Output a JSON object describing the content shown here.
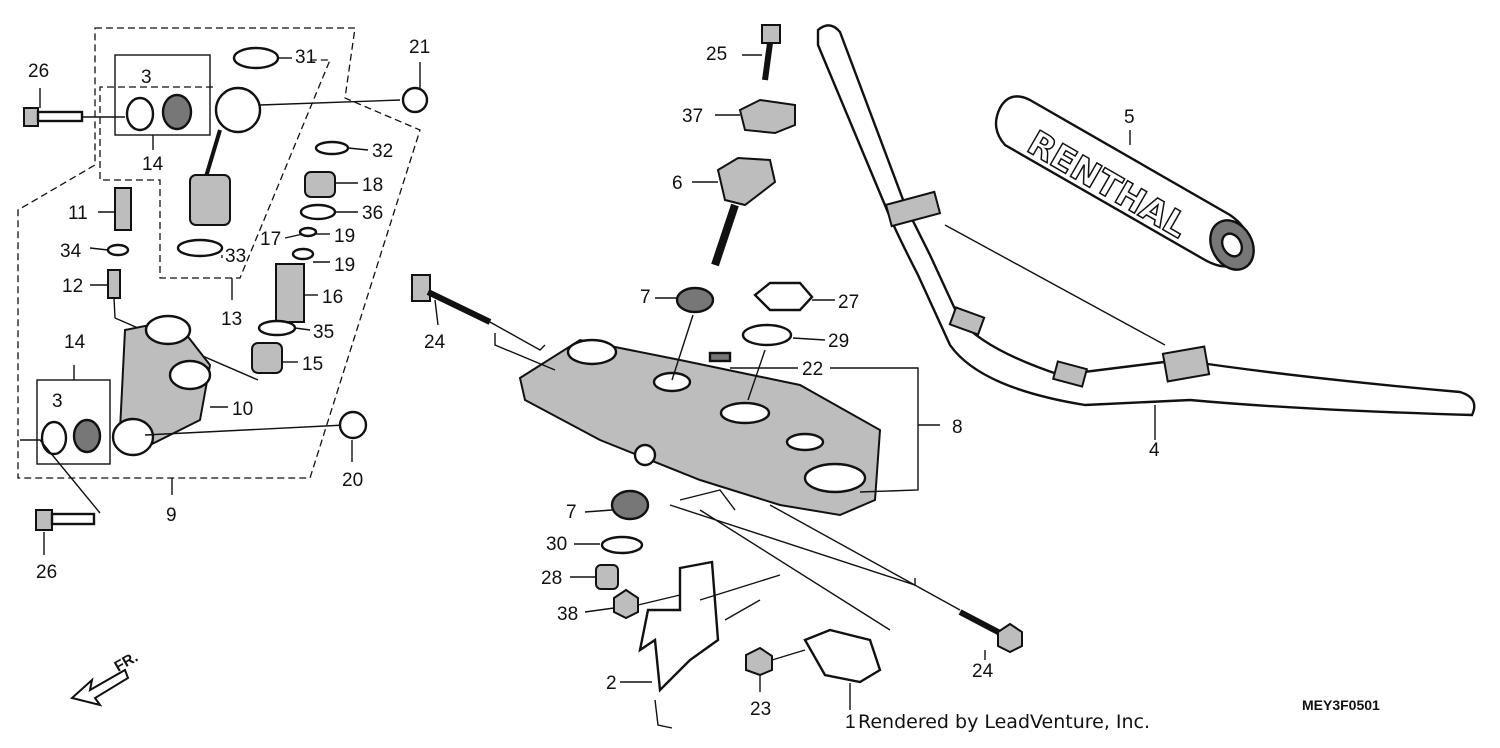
{
  "callouts": {
    "n1": "1",
    "n2": "2",
    "n3a": "3",
    "n3b": "3",
    "n4": "4",
    "n5": "5",
    "n6": "6",
    "n7a": "7",
    "n7b": "7",
    "n8": "8",
    "n9": "9",
    "n10": "10",
    "n11": "11",
    "n12": "12",
    "n13": "13",
    "n14a": "14",
    "n14b": "14",
    "n15": "15",
    "n16": "16",
    "n17": "17",
    "n18": "18",
    "n19a": "19",
    "n19b": "19",
    "n20": "20",
    "n21": "21",
    "n22": "22",
    "n23": "23",
    "n24a": "24",
    "n24b": "24",
    "n25": "25",
    "n26a": "26",
    "n26b": "26",
    "n27": "27",
    "n28": "28",
    "n29": "29",
    "n30": "30",
    "n31": "31",
    "n32": "32",
    "n33": "33",
    "n34": "34",
    "n35": "35",
    "n36": "36",
    "n37": "37",
    "n38": "38"
  },
  "front_arrow_label": "FR.",
  "grip_brand": "RENTHAL",
  "credit": "Rendered by LeadVenture, Inc.",
  "diagram_code": "MEY3F0501"
}
